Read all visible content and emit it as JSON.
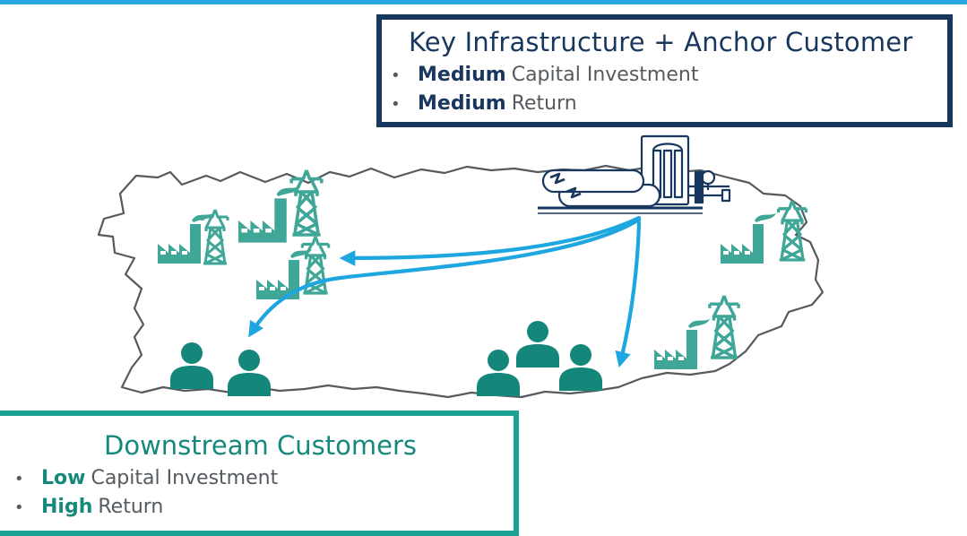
{
  "diagram": {
    "anchor_box": {
      "title": "Key Infrastructure + Anchor Customer",
      "items": [
        {
          "emphasis": "Medium",
          "text": "Capital Investment"
        },
        {
          "emphasis": "Medium",
          "text": "Return"
        }
      ]
    },
    "downstream_box": {
      "title": "Downstream Customers",
      "items": [
        {
          "emphasis": "Low",
          "text": "Capital Investment"
        },
        {
          "emphasis": "High",
          "text": "Return"
        }
      ]
    },
    "colors": {
      "top_rule": "#29a8e0",
      "navy": "#17375e",
      "teal": "#1aa392",
      "facility_green": "#3fa698",
      "customer_green": "#14877a",
      "arrow_blue": "#1ea6e0",
      "outline_gray": "#555a5f"
    },
    "icons": [
      "power-plant-icon",
      "transmission-tower-icon",
      "lng-terminal-icon",
      "customer-group-icon",
      "map-outline-icon"
    ]
  }
}
